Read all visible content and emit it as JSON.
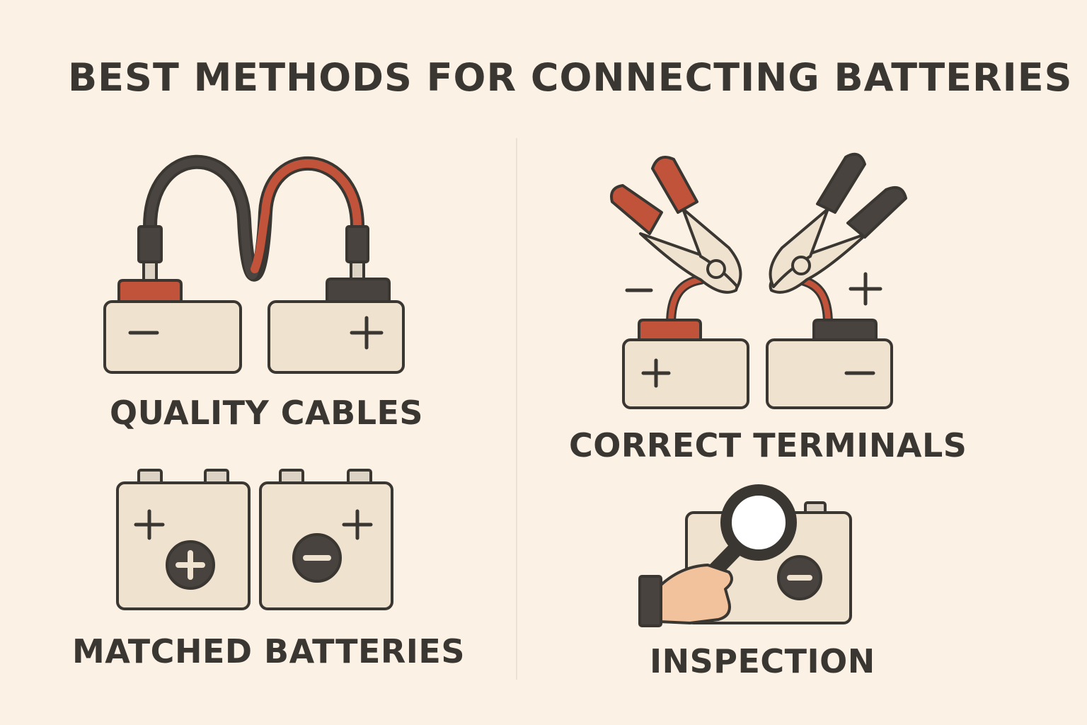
{
  "page": {
    "title": "BEST METHODS FOR CONNECTING BATTERIES"
  },
  "colors": {
    "background": "#fbf1e4",
    "battery_fill": "#efe2cf",
    "outline": "#3a3631",
    "red": "#c0533a",
    "dark": "#48433e",
    "skin": "#f2c29c"
  },
  "sections": {
    "quality_cables": {
      "caption": "QUALITY CABLES",
      "icon": "jumper-cable-batteries-icon"
    },
    "correct_terminals": {
      "caption": "CORRECT TERMINALS",
      "icon": "clamp-terminals-icon"
    },
    "matched_batteries": {
      "caption": "MATCHED BATTERIES",
      "icon": "matched-batteries-icon"
    },
    "inspection": {
      "caption": "INSPECTION",
      "icon": "magnifier-inspection-icon"
    }
  }
}
